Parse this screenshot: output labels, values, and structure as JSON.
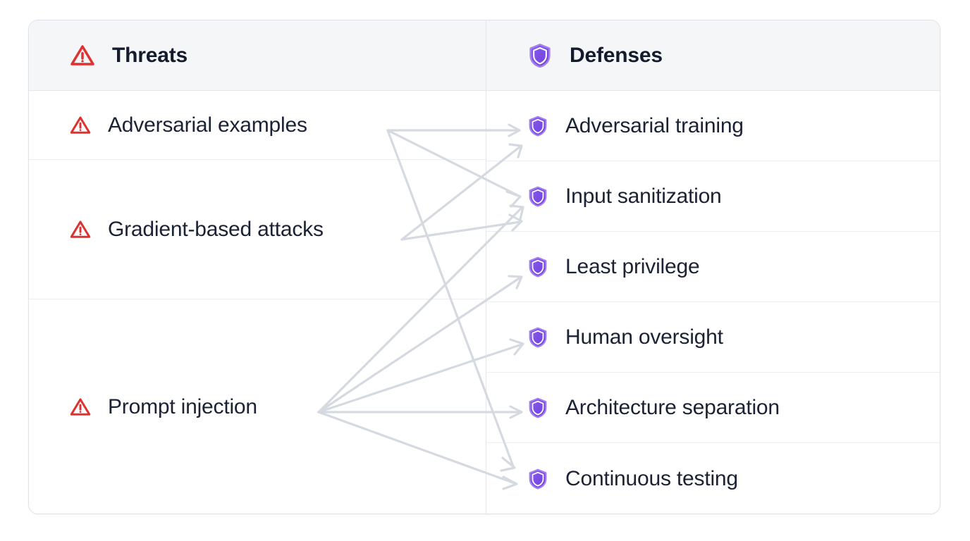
{
  "card": {
    "accent_threat": "#e03131",
    "accent_defense": "#7c4dde",
    "border_color": "#dfe3e8",
    "header_bg": "#f5f6f8",
    "connector_color": "#d5d9e0"
  },
  "columns": {
    "threats": {
      "header_label": "Threats",
      "header_icon": "warning-triangle-icon",
      "items": [
        {
          "label": "Adversarial examples",
          "icon": "warning-triangle-icon"
        },
        {
          "label": "Gradient-based attacks",
          "icon": "warning-triangle-icon"
        },
        {
          "label": "Prompt injection",
          "icon": "warning-triangle-icon"
        }
      ]
    },
    "defenses": {
      "header_label": "Defenses",
      "header_icon": "shield-icon",
      "items": [
        {
          "label": "Adversarial training",
          "icon": "shield-icon"
        },
        {
          "label": "Input sanitization",
          "icon": "shield-icon"
        },
        {
          "label": "Least privilege",
          "icon": "shield-icon"
        },
        {
          "label": "Human oversight",
          "icon": "shield-icon"
        },
        {
          "label": "Architecture separation",
          "icon": "shield-icon"
        },
        {
          "label": "Continuous testing",
          "icon": "shield-icon"
        }
      ]
    }
  },
  "mappings": [
    {
      "from": "Adversarial examples",
      "to": "Adversarial training"
    },
    {
      "from": "Adversarial examples",
      "to": "Input sanitization"
    },
    {
      "from": "Adversarial examples",
      "to": "Continuous testing"
    },
    {
      "from": "Gradient-based attacks",
      "to": "Adversarial training"
    },
    {
      "from": "Gradient-based attacks",
      "to": "Input sanitization"
    },
    {
      "from": "Prompt injection",
      "to": "Input sanitization"
    },
    {
      "from": "Prompt injection",
      "to": "Least privilege"
    },
    {
      "from": "Prompt injection",
      "to": "Human oversight"
    },
    {
      "from": "Prompt injection",
      "to": "Architecture separation"
    },
    {
      "from": "Prompt injection",
      "to": "Continuous testing"
    }
  ]
}
